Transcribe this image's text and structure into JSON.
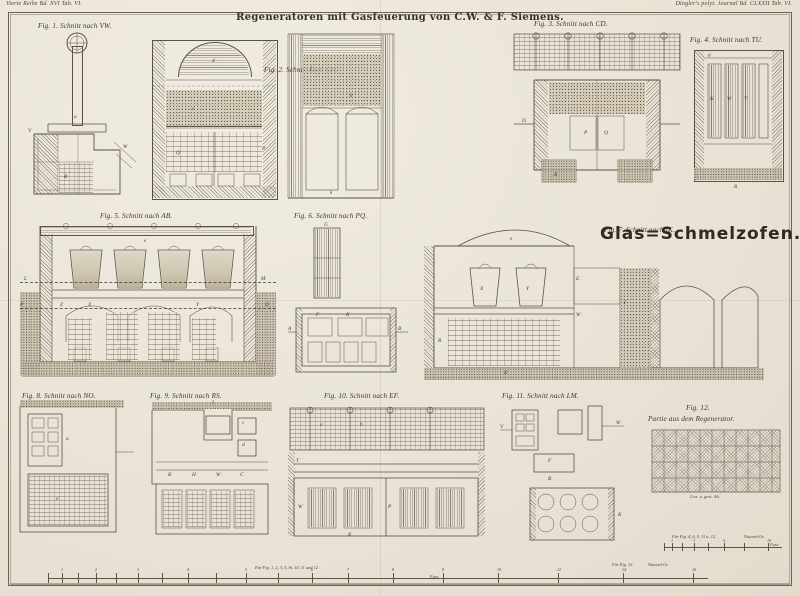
{
  "plate": {
    "header_left": "Vierte Reihe  Bd. XVI Tab. VI.",
    "header_right": "Dingler's polyt. Journal Bd. CLXXII Tab. VI.",
    "main_title": "Regeneratoren mit Gasfeuerung von C.W. & F. Siemens.",
    "section_title": "Glas=Schmelzofen."
  },
  "figures": [
    {
      "id": "fig1",
      "caption": "Fig. 1. Schnitt nach VW."
    },
    {
      "id": "fig2",
      "caption": "Fig. 2. Schnitt nach GH."
    },
    {
      "id": "fig3",
      "caption": "Fig. 3. Schnitt nach CD."
    },
    {
      "id": "fig4",
      "caption": "Fig. 4. Schnitt nach TU."
    },
    {
      "id": "fig5",
      "caption": "Fig. 5. Schnitt nach AB."
    },
    {
      "id": "fig6",
      "caption": "Fig. 6. Schnitt nach PQ."
    },
    {
      "id": "fig7",
      "caption": "Fig. 7. Schnitt nach IK."
    },
    {
      "id": "fig8",
      "caption": "Fig. 8. Schnitt nach NO."
    },
    {
      "id": "fig9",
      "caption": "Fig. 9. Schnitt nach RS."
    },
    {
      "id": "fig10",
      "caption": "Fig. 10. Schnitt nach EF."
    },
    {
      "id": "fig11",
      "caption": "Fig. 11. Schnitt nach LM."
    },
    {
      "id": "fig12",
      "caption": "Fig. 12.",
      "subcaption": "Partie aus dem Regenerator."
    }
  ],
  "scales": [
    {
      "id": "main",
      "caption": "Für Fig. 1, 2, 3, 5, 8r, 10, 11 und 12.",
      "unit": "Fuss",
      "numbers": [
        "1",
        "2",
        "3",
        "4",
        "5",
        "6",
        "7",
        "8",
        "9",
        "10",
        "12",
        "14",
        "16",
        "18",
        "20",
        "25",
        "30"
      ]
    },
    {
      "id": "small",
      "caption": "Für Fig. 4, 6, 9, 11 u. 12.",
      "unit": "Fuss",
      "numbers": [
        "1",
        "2",
        "3",
        "4",
        "5",
        "6",
        "8",
        "10"
      ]
    },
    {
      "id": "f12",
      "caption": "Für Fig. 12.",
      "unit": "Natural-Gr."
    }
  ],
  "imprint": {
    "left": "Gez. u. gest. Ab.",
    "mid": "Natural-Gr.",
    "right": "Natural-Gr."
  },
  "part_labels": {
    "fig1": [
      "V",
      "W",
      "a",
      "b",
      "B",
      "c",
      "d"
    ],
    "fig2": [
      "a",
      "b",
      "c",
      "d",
      "e",
      "f",
      "g",
      "h",
      "k",
      "P",
      "Q",
      "G",
      "H"
    ],
    "fig3": [
      "C",
      "D",
      "a",
      "b",
      "c",
      "d",
      "e",
      "P",
      "Q",
      "K",
      "F",
      "G"
    ],
    "fig4": [
      "T",
      "U",
      "g",
      "h",
      "K",
      "W",
      "V",
      "R",
      "c",
      "d"
    ],
    "fig5": [
      "A",
      "B",
      "L",
      "M",
      "X",
      "Y",
      "Z",
      "P",
      "Q",
      "a",
      "b",
      "c",
      "d",
      "e",
      "f",
      "g"
    ],
    "fig6": [
      "P",
      "Q",
      "G",
      "A",
      "B",
      "a",
      "b",
      "c",
      "d",
      "e",
      "f",
      "g",
      "F",
      "K"
    ],
    "fig7": [
      "I",
      "K",
      "X",
      "Y",
      "R",
      "W",
      "E",
      "F",
      "a",
      "b",
      "c",
      "d",
      "e",
      "g",
      "h"
    ],
    "fig8": [
      "N",
      "O",
      "a",
      "b",
      "c",
      "d",
      "e",
      "f",
      "g",
      "V",
      "W",
      "F"
    ],
    "fig9": [
      "R",
      "S",
      "c",
      "d",
      "e",
      "K",
      "H",
      "W",
      "C",
      "I"
    ],
    "fig10": [
      "E",
      "F",
      "a",
      "b",
      "c",
      "d",
      "e",
      "W",
      "P",
      "T",
      "K",
      "M"
    ],
    "fig11": [
      "L",
      "M",
      "V",
      "W",
      "F",
      "B",
      "K",
      "a",
      "b"
    ],
    "fig12": []
  }
}
